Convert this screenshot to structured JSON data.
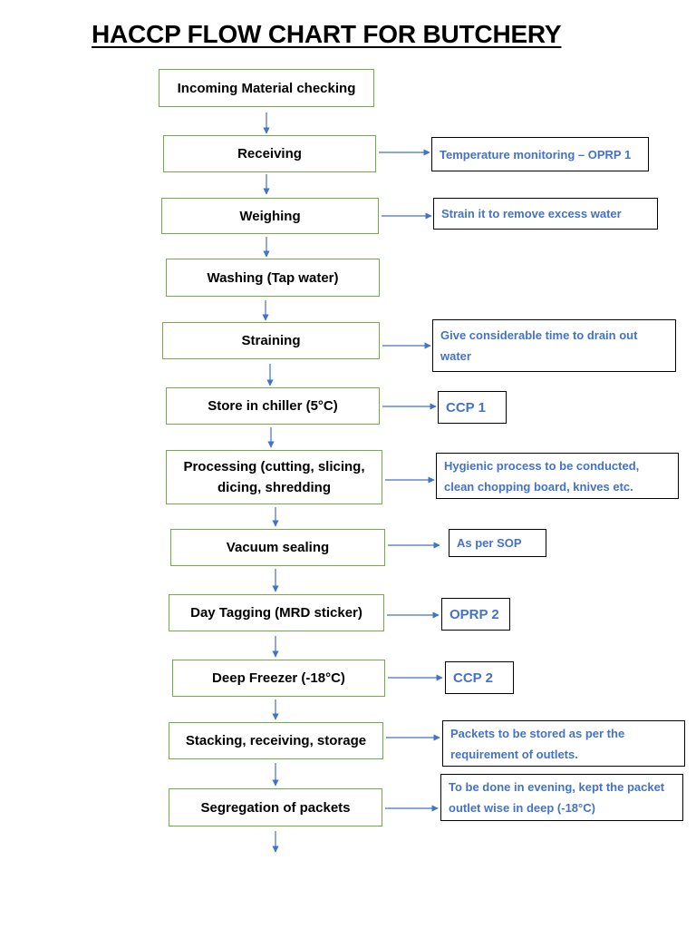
{
  "title": "HACCP FLOW CHART FOR BUTCHERY",
  "steps": [
    {
      "label": "Incoming Material checking"
    },
    {
      "label": "Receiving"
    },
    {
      "label": "Weighing"
    },
    {
      "label": "Washing (Tap water)"
    },
    {
      "label": "Straining"
    },
    {
      "label": "Store in chiller (5°C)"
    },
    {
      "label": "Processing (cutting, slicing, dicing, shredding"
    },
    {
      "label": "Vacuum sealing"
    },
    {
      "label": "Day Tagging (MRD sticker)"
    },
    {
      "label": "Deep Freezer (-18°C)"
    },
    {
      "label": "Stacking, receiving, storage"
    },
    {
      "label": "Segregation of packets"
    }
  ],
  "notes": [
    {
      "label": "Temperature monitoring – OPRP 1"
    },
    {
      "label": "Strain it to remove excess water"
    },
    {
      "label": "Give considerable time to drain out water"
    },
    {
      "label": "CCP 1"
    },
    {
      "label": "Hygienic process to be conducted, clean chopping board, knives etc."
    },
    {
      "label": "As per SOP"
    },
    {
      "label": "OPRP 2"
    },
    {
      "label": "CCP 2"
    },
    {
      "label": "Packets to be stored as per the requirement of outlets."
    },
    {
      "label": "To be done in evening, kept the packet outlet wise in deep (-18°C)"
    }
  ],
  "colors": {
    "step_border": "#70ad47",
    "note_text": "#4472c4",
    "arrow": "#4472c4"
  }
}
